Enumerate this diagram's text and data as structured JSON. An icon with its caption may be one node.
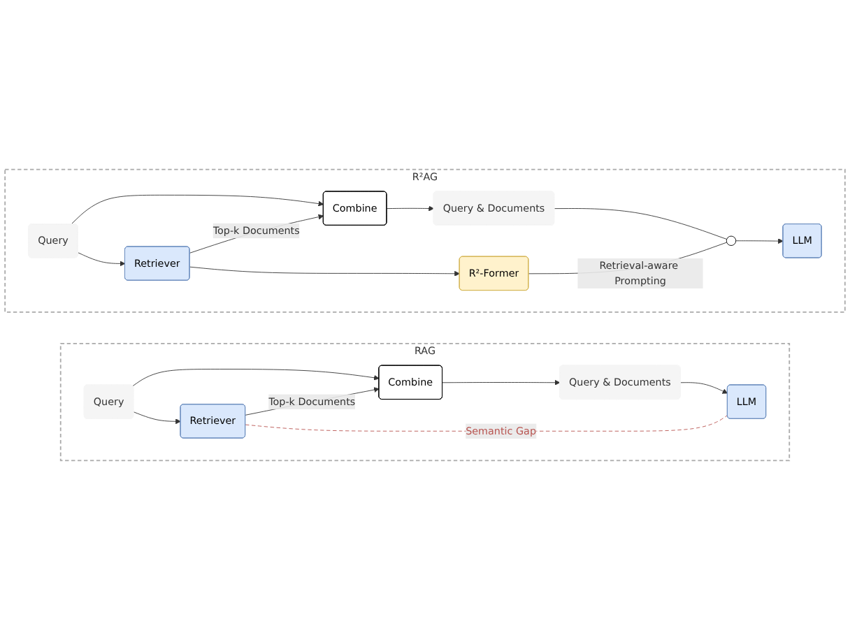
{
  "diagram": {
    "nodes": [
      {
        "text": [
          "RAG"
        ]
      },
      {
        "text": [
          "Query"
        ],
        "in": 0
      },
      {
        "text": [
          "Combine"
        ],
        "in": 0
      },
      {
        "text": [
          "Query & Documents"
        ],
        "in": 0
      },
      {
        "text": [
          "Retriever"
        ],
        "in": 0
      },
      {
        "text": [
          "LLM"
        ],
        "in": 0
      },
      {
        "text": [
          "R²AG"
        ]
      },
      {
        "text": [
          "Query"
        ],
        "in": 6
      },
      {
        "text": [
          "Combine"
        ],
        "in": 6
      },
      {
        "text": [
          "Query & Documents"
        ],
        "in": 6
      },
      {
        "text": [
          "Retriever"
        ],
        "in": 6
      },
      {
        "text": [
          "R²-Former"
        ],
        "in": 6
      },
      {
        "text": [],
        "shape": "circle",
        "in": 6
      },
      {
        "text": [
          "LLM"
        ],
        "in": 6
      }
    ],
    "edges": [
      {
        "from": 1,
        "to": 2,
        "arrow": "to"
      },
      {
        "from": 2,
        "to": 3,
        "arrow": "to"
      },
      {
        "from": 1,
        "to": 4,
        "arrow": "to"
      },
      {
        "from": 4,
        "to": 2,
        "arrow": "to",
        "label": "Top-k Documents"
      },
      {
        "from": 3,
        "to": 5,
        "arrow": "to"
      },
      {
        "from": 4,
        "to": 5,
        "arrow": "none",
        "label": "Semantic Gap",
        "style": "dashed",
        "color": "#b85450"
      },
      {
        "from": 7,
        "to": 8,
        "arrow": "to"
      },
      {
        "from": 8,
        "to": 9,
        "arrow": "to"
      },
      {
        "from": 7,
        "to": 10,
        "arrow": "to"
      },
      {
        "from": 10,
        "to": 8,
        "arrow": "to",
        "label": "Top-k Documents"
      },
      {
        "from": 10,
        "to": 11,
        "arrow": "to"
      },
      {
        "from": 11,
        "to": 12,
        "arrow": "none",
        "label": "Retrieval-aware Prompting"
      },
      {
        "from": 9,
        "to": 12,
        "arrow": "none"
      },
      {
        "from": 12,
        "to": 13,
        "arrow": "to"
      }
    ]
  }
}
